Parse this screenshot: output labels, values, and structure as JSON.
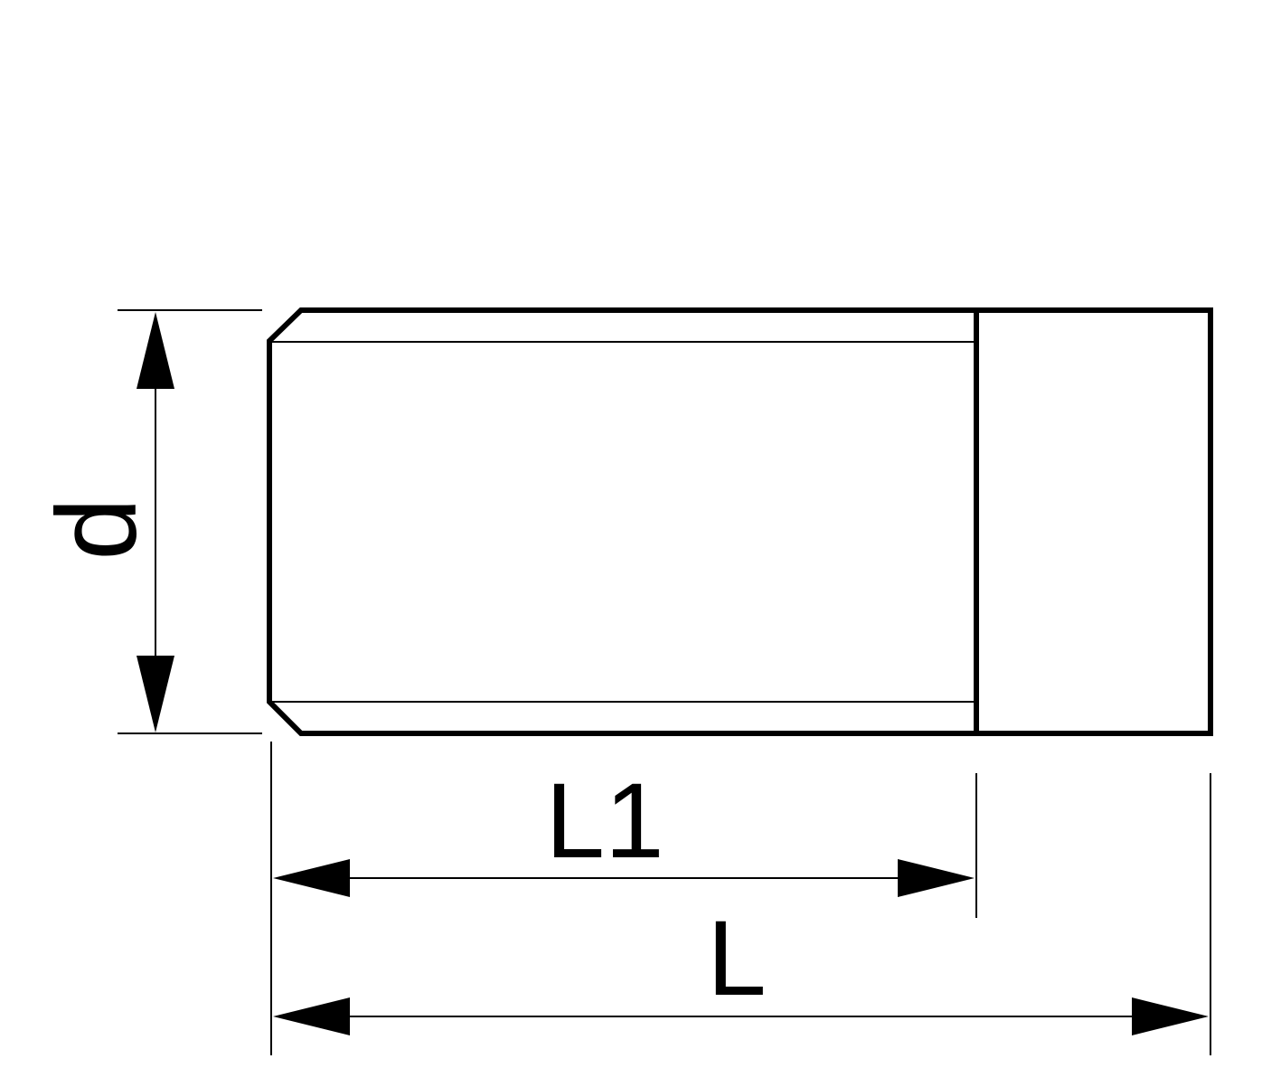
{
  "drawing": {
    "colors": {
      "line": "#000000",
      "background": "#ffffff"
    },
    "dimensions": {
      "diameter_label": "d",
      "thread_length_label": "L1",
      "total_length_label": "L"
    }
  }
}
